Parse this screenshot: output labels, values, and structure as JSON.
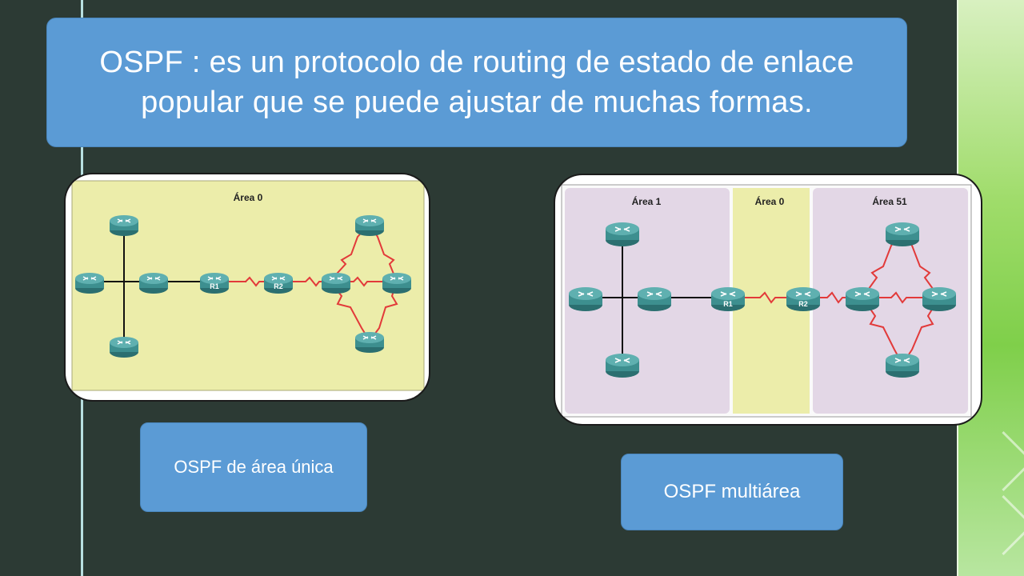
{
  "slide": {
    "title": "OSPF : es un protocolo de routing de estado de enlace popular que se puede ajustar de muchas formas."
  },
  "diagram_single": {
    "area_label": "Área 0",
    "router_labels": [
      "R1",
      "R2"
    ]
  },
  "diagram_multi": {
    "area_labels": [
      "Área 1",
      "Área 0",
      "Área 51"
    ],
    "router_labels": [
      "R1",
      "R2"
    ]
  },
  "buttons": {
    "single_area": "OSPF de área única",
    "multi_area": "OSPF multiárea"
  },
  "colors": {
    "background": "#2c3a34",
    "title_box": "#5b9bd5",
    "area0_fill": "#ecedaa",
    "area_side_fill": "#e3d7e6",
    "router": "#3d8f8f",
    "serial_link": "#e23a3a"
  }
}
